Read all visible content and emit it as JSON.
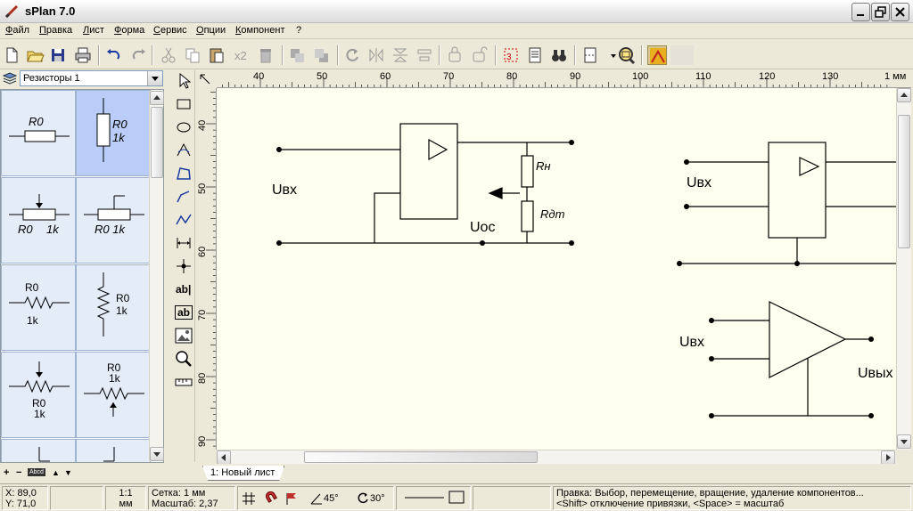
{
  "window": {
    "title": "sPlan 7.0"
  },
  "menu": [
    "Файл",
    "Правка",
    "Лист",
    "Форма",
    "Сервис",
    "Опции",
    "Компонент",
    "?"
  ],
  "toolbar": {
    "x2_label": "x2"
  },
  "library": {
    "selected": "Резисторы 1",
    "cells": [
      {
        "l1": "R0",
        "l2": ""
      },
      {
        "l1": "R0",
        "l2": "1k"
      },
      {
        "l1": "R0",
        "l2": "1k"
      },
      {
        "l1": "R0 1k",
        "l2": ""
      },
      {
        "l1": "R0",
        "l2": "1k"
      },
      {
        "l1": "R0",
        "l2": "1k"
      },
      {
        "l1": "R0",
        "l2": "1k"
      },
      {
        "l1": "R0",
        "l2": "1k"
      }
    ],
    "bottom": {
      "plus": "+",
      "minus": "−",
      "abcd": "Abcd",
      "up": "▲",
      "down": "▼"
    }
  },
  "drawtools": {
    "text_tool": "ab|",
    "text_box_tool": "ab"
  },
  "ruler": {
    "top_ticks": [
      "40",
      "50",
      "60",
      "70",
      "80",
      "90",
      "100",
      "110",
      "120",
      "130",
      "1 мм"
    ],
    "left_ticks": [
      "40",
      "50",
      "60",
      "70",
      "80",
      "90"
    ],
    "left_unit": "мм"
  },
  "canvas": {
    "labels": {
      "uvx1": "Uвх",
      "uos": "Uос",
      "rn": "Rн",
      "rdt": "Rдт",
      "uvx2": "Uвх",
      "uvx3": "Uвх",
      "uvyx": "Uвых"
    }
  },
  "sheet_tab": "1: Новый лист",
  "status": {
    "x": "X: 89,0",
    "y": "Y: 71,0",
    "scale1": "1:1",
    "scale2": "мм",
    "grid": "Сетка: 1 мм",
    "zoom": "Масштаб:  2,37",
    "angle1": "45°",
    "angle2": "30°",
    "hint1": "Правка: Выбор, перемещение, вращение, удаление компонентов...",
    "hint2": "<Shift> отключение привязки, <Space> = масштаб"
  }
}
